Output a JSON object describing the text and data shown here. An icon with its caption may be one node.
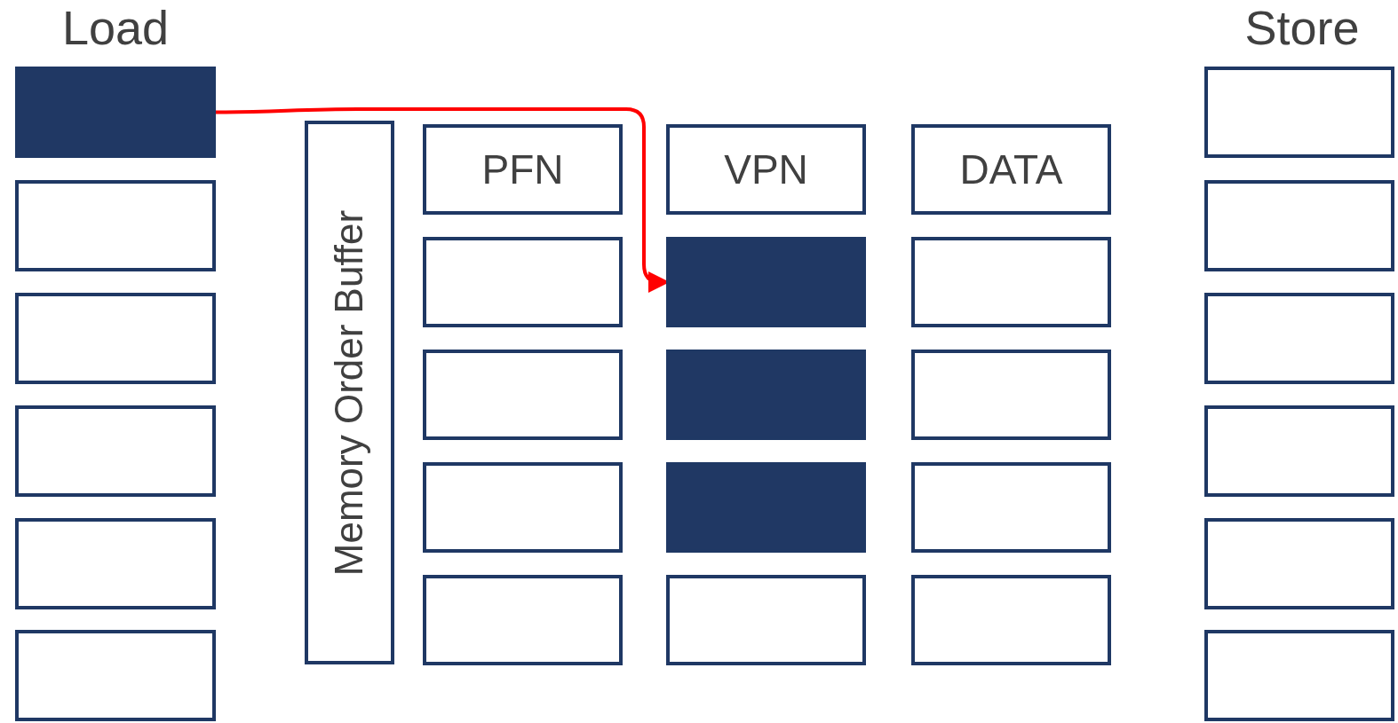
{
  "diagram": {
    "nodes": [
      {
        "text": [],
        "shape": "box"
      },
      {
        "text": [],
        "shape": "box"
      },
      {
        "text": [],
        "shape": "box"
      },
      {
        "text": [],
        "shape": "box"
      },
      {
        "text": [],
        "shape": "box"
      },
      {
        "text": [],
        "shape": "box"
      },
      {
        "text": [
          "Memory Order Buffer"
        ]
      },
      {
        "text": [
          "PFN"
        ]
      },
      {
        "text": [],
        "shape": "box"
      },
      {
        "text": [],
        "shape": "box"
      },
      {
        "text": [],
        "shape": "box"
      },
      {
        "text": [],
        "shape": "box"
      },
      {
        "text": [
          "VPN"
        ]
      },
      {
        "text": [],
        "shape": "box"
      },
      {
        "text": [],
        "shape": "box"
      },
      {
        "text": [],
        "shape": "box"
      },
      {
        "text": [],
        "shape": "box"
      },
      {
        "text": [
          "DATA"
        ]
      },
      {
        "text": [],
        "shape": "box"
      },
      {
        "text": [],
        "shape": "box"
      },
      {
        "text": [],
        "shape": "box"
      },
      {
        "text": [],
        "shape": "box"
      },
      {
        "text": [],
        "shape": "box"
      },
      {
        "text": [],
        "shape": "box"
      },
      {
        "text": [],
        "shape": "box"
      },
      {
        "text": [],
        "shape": "box"
      },
      {
        "text": [],
        "shape": "box"
      },
      {
        "text": [],
        "shape": "box"
      }
    ],
    "edges": [
      {
        "from": 0,
        "to": 13,
        "arrow": "to",
        "color": "#ff0000"
      }
    ],
    "labels": [
      "Load",
      "Store"
    ]
  }
}
